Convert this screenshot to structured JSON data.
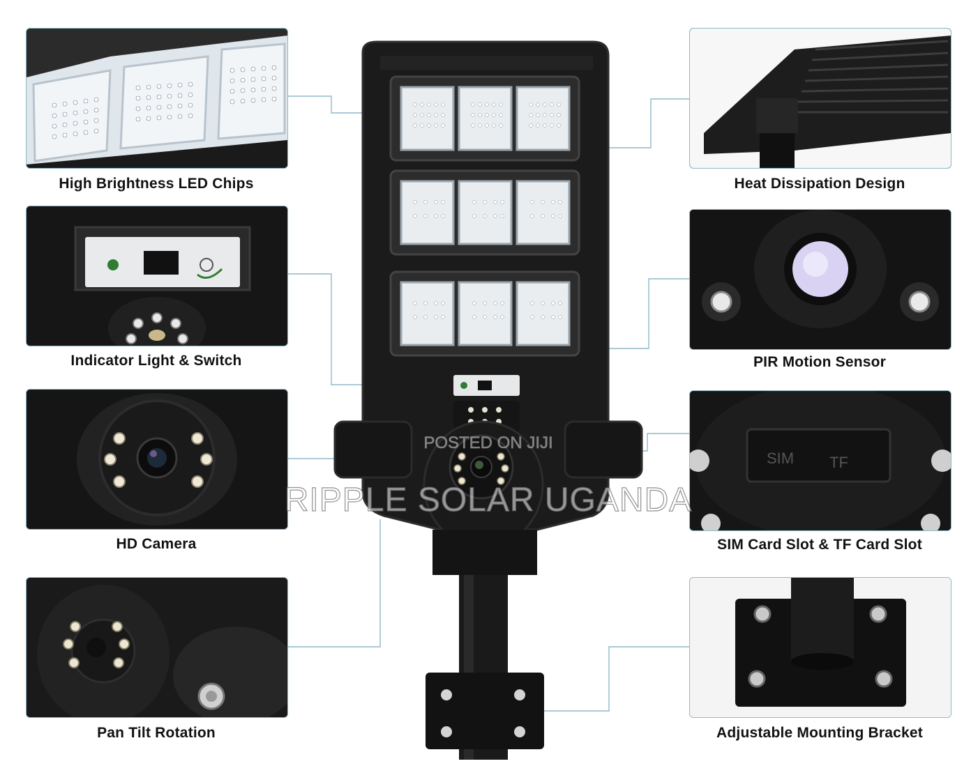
{
  "features": [
    {
      "label": "High Brightness LED Chips",
      "icon": "led-chips-icon"
    },
    {
      "label": "Indicator Light & Switch",
      "icon": "indicator-switch-icon"
    },
    {
      "label": "HD Camera",
      "icon": "camera-icon"
    },
    {
      "label": "Pan Tilt Rotation",
      "icon": "pan-tilt-icon"
    },
    {
      "label": "Heat Dissipation Design",
      "icon": "heat-sink-icon"
    },
    {
      "label": "PIR Motion Sensor",
      "icon": "motion-sensor-icon"
    },
    {
      "label": "SIM Card Slot & TF Card Slot",
      "icon": "sim-slot-icon"
    },
    {
      "label": "Adjustable Mounting Bracket",
      "icon": "bracket-icon"
    }
  ],
  "slot_labels": {
    "sim": "SIM",
    "tf": "TF"
  },
  "watermark": {
    "main": "RIPPLE SOLAR UGANDA",
    "sub": "POSTED ON JIJI"
  },
  "colors": {
    "connector": "#8fb8c9",
    "panel_border": "#8fb8c9",
    "lamp_body": "#1b1b1b",
    "led": "#f4f7fb"
  }
}
